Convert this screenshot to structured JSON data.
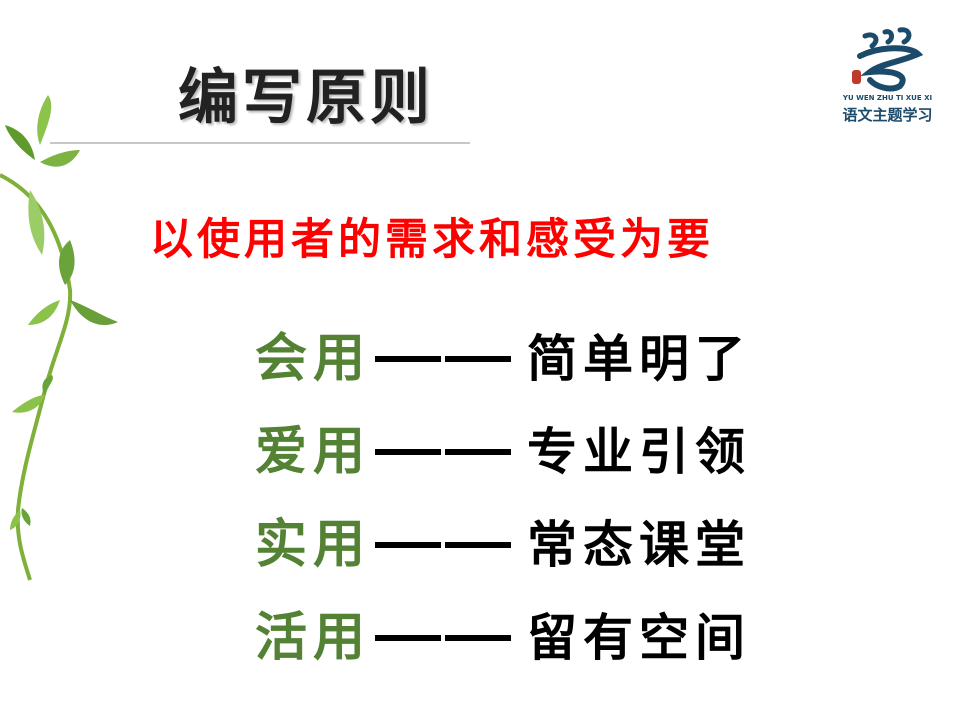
{
  "slide": {
    "title": "编写原则",
    "subtitle": "以使用者的需求和感受为要",
    "principles": [
      {
        "key": "会用",
        "dash": "——",
        "desc": "简单明了"
      },
      {
        "key": "爱用",
        "dash": "——",
        "desc": "专业引领"
      },
      {
        "key": "实用",
        "dash": "——",
        "desc": "常态课堂"
      },
      {
        "key": "活用",
        "dash": "——",
        "desc": "留有空间"
      }
    ],
    "colors": {
      "title": "#222222",
      "subtitle": "#ff0000",
      "key": "#548235",
      "desc": "#000000"
    }
  },
  "logo": {
    "pinyin": "YU WEN ZHU TI XUE XI",
    "name": "语文主题学习",
    "icon": "xue-calligraphy-icon"
  }
}
